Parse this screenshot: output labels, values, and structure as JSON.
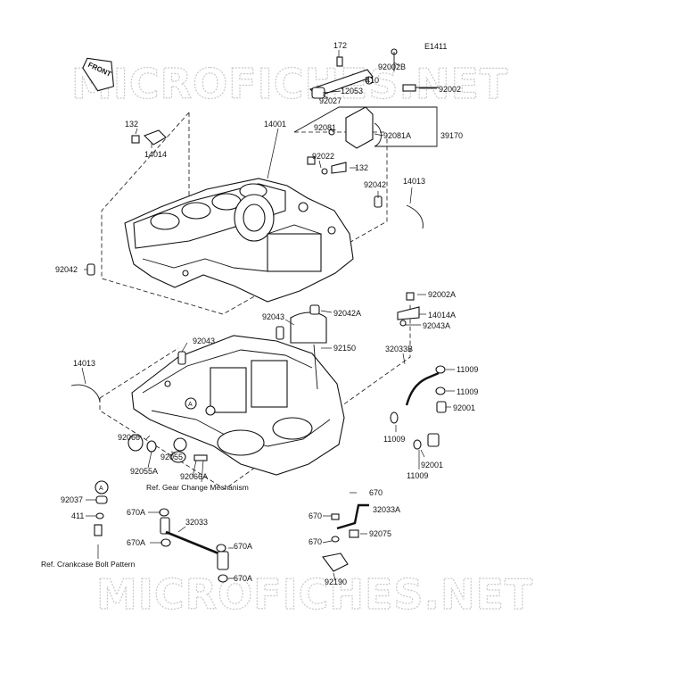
{
  "diagram": {
    "code": "E1411",
    "front_arrow": "FRONT",
    "watermarks": [
      "MICROFICHES.NET",
      "MICROFICHES.NET"
    ],
    "callout_circle_label": "A",
    "parts": [
      {
        "id": "p172",
        "text": "172"
      },
      {
        "id": "p92002B",
        "text": "92002B"
      },
      {
        "id": "p410",
        "text": "410"
      },
      {
        "id": "p12053",
        "text": "12053"
      },
      {
        "id": "p92027",
        "text": "92027"
      },
      {
        "id": "p92002",
        "text": "92002"
      },
      {
        "id": "p92081",
        "text": "92081"
      },
      {
        "id": "p92081A",
        "text": "92081A"
      },
      {
        "id": "p39170",
        "text": "39170"
      },
      {
        "id": "p132a",
        "text": "132"
      },
      {
        "id": "p14014",
        "text": "14014"
      },
      {
        "id": "p14001",
        "text": "14001"
      },
      {
        "id": "p92022",
        "text": "92022"
      },
      {
        "id": "p132b",
        "text": "132"
      },
      {
        "id": "p92042a",
        "text": "92042"
      },
      {
        "id": "p14013a",
        "text": "14013"
      },
      {
        "id": "p92042b",
        "text": "92042"
      },
      {
        "id": "p92002A",
        "text": "92002A"
      },
      {
        "id": "p92043a",
        "text": "92043"
      },
      {
        "id": "p92042A",
        "text": "92042A"
      },
      {
        "id": "p14014A",
        "text": "14014A"
      },
      {
        "id": "p92043A",
        "text": "92043A"
      },
      {
        "id": "p92043b",
        "text": "92043"
      },
      {
        "id": "p92150",
        "text": "92150"
      },
      {
        "id": "p32033B",
        "text": "32033B"
      },
      {
        "id": "p14013b",
        "text": "14013"
      },
      {
        "id": "p11009a",
        "text": "11009"
      },
      {
        "id": "p11009b",
        "text": "11009"
      },
      {
        "id": "p92001a",
        "text": "92001"
      },
      {
        "id": "p11009c",
        "text": "11009"
      },
      {
        "id": "p92066",
        "text": "92066"
      },
      {
        "id": "p92055",
        "text": "92055"
      },
      {
        "id": "p92055A",
        "text": "92055A"
      },
      {
        "id": "p92066A",
        "text": "92066A"
      },
      {
        "id": "p92001b",
        "text": "92001"
      },
      {
        "id": "p11009d",
        "text": "11009"
      },
      {
        "id": "p670a",
        "text": "670"
      },
      {
        "id": "p92037",
        "text": "92037"
      },
      {
        "id": "p411",
        "text": "411"
      },
      {
        "id": "p670A1",
        "text": "670A"
      },
      {
        "id": "p32033",
        "text": "32033"
      },
      {
        "id": "p670b",
        "text": "670"
      },
      {
        "id": "p32033A",
        "text": "32033A"
      },
      {
        "id": "p670A2",
        "text": "670A"
      },
      {
        "id": "p670A3",
        "text": "670A"
      },
      {
        "id": "p670c",
        "text": "670"
      },
      {
        "id": "p92075",
        "text": "92075"
      },
      {
        "id": "p670A4",
        "text": "670A"
      },
      {
        "id": "p92190",
        "text": "92190"
      }
    ],
    "references": {
      "gear_change": "Ref. Gear Change Mechanism",
      "crankcase_bolt": "Ref. Crankcase Bolt Pattern"
    }
  }
}
